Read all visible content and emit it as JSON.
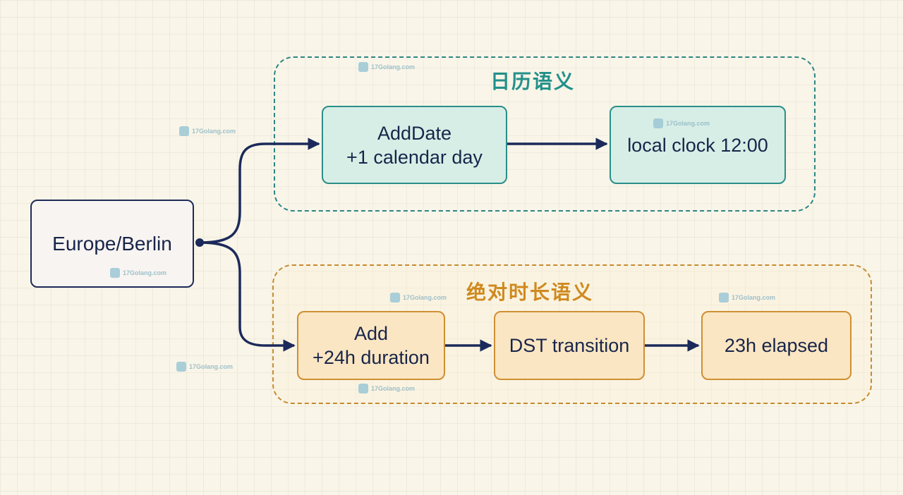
{
  "groups": {
    "calendar": {
      "title": "日历语义",
      "color": "#2f8585"
    },
    "duration": {
      "title": "绝对时长语义",
      "color": "#c58b33"
    }
  },
  "nodes": {
    "berlin": {
      "lines": [
        "Europe/Berlin"
      ]
    },
    "adddate": {
      "lines": [
        "AddDate",
        "+1 calendar day"
      ]
    },
    "local_clock": {
      "lines": [
        "local clock 12:00"
      ]
    },
    "add_duration": {
      "lines": [
        "Add",
        "+24h duration"
      ]
    },
    "dst": {
      "lines": [
        "DST transition"
      ]
    },
    "elapsed": {
      "lines": [
        "23h elapsed"
      ]
    }
  },
  "edges": [
    {
      "from": "Europe/Berlin",
      "to": "AddDate"
    },
    {
      "from": "Europe/Berlin",
      "to": "Add"
    },
    {
      "from": "AddDate",
      "to": "local clock 12:00"
    },
    {
      "from": "Add",
      "to": "DST transition"
    },
    {
      "from": "DST transition",
      "to": "23h elapsed"
    }
  ],
  "colors": {
    "edge": "#1b2a5a",
    "teal_fill": "#d7eee6",
    "orange_fill": "#fbe6c3"
  },
  "watermark": "17Golang.com"
}
